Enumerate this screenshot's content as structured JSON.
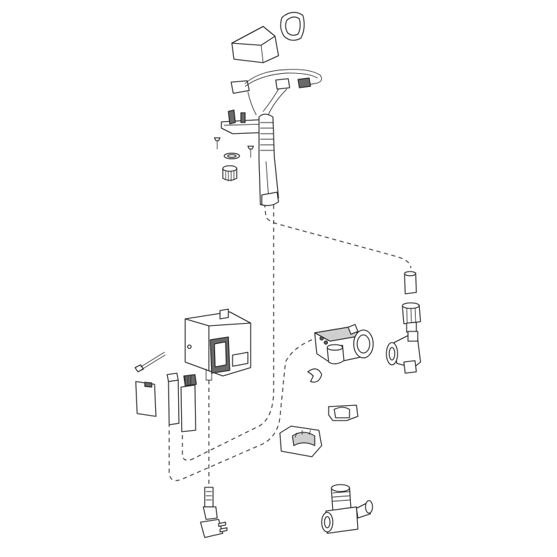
{
  "diagram": {
    "type": "exploded-parts-diagram",
    "text_labels": [],
    "line_color": "#222222",
    "background_color": "#ffffff",
    "parts": [
      {
        "id": "spout-cover",
        "icon": "spout-cover-icon"
      },
      {
        "id": "sensor-gasket",
        "icon": "gasket-icon"
      },
      {
        "id": "sensor-wire-harness",
        "icon": "wire-harness-icon"
      },
      {
        "id": "spout-body",
        "icon": "spout-body-icon"
      },
      {
        "id": "mounting-screws",
        "icon": "screw-icon"
      },
      {
        "id": "aerator-washer",
        "icon": "washer-icon"
      },
      {
        "id": "aerator",
        "icon": "aerator-icon"
      },
      {
        "id": "supply-hose",
        "icon": "hose-icon"
      },
      {
        "id": "hose-connector-sleeve",
        "icon": "sleeve-icon"
      },
      {
        "id": "compression-nut",
        "icon": "nut-icon"
      },
      {
        "id": "elbow-fitting",
        "icon": "elbow-fitting-icon"
      },
      {
        "id": "solenoid-valve",
        "icon": "solenoid-valve-icon"
      },
      {
        "id": "control-box",
        "icon": "control-box-icon"
      },
      {
        "id": "cable-tie",
        "icon": "cable-tie-icon"
      },
      {
        "id": "battery-cover",
        "icon": "battery-cover-icon"
      },
      {
        "id": "connector-cables",
        "icon": "cable-connector-icon"
      },
      {
        "id": "valve-clip",
        "icon": "clip-icon"
      },
      {
        "id": "retaining-clip",
        "icon": "clip-icon"
      },
      {
        "id": "mounting-bracket",
        "icon": "bracket-icon"
      },
      {
        "id": "power-adapter-plug",
        "icon": "plug-icon"
      },
      {
        "id": "angle-stop-tee",
        "icon": "tee-fitting-icon"
      }
    ]
  }
}
